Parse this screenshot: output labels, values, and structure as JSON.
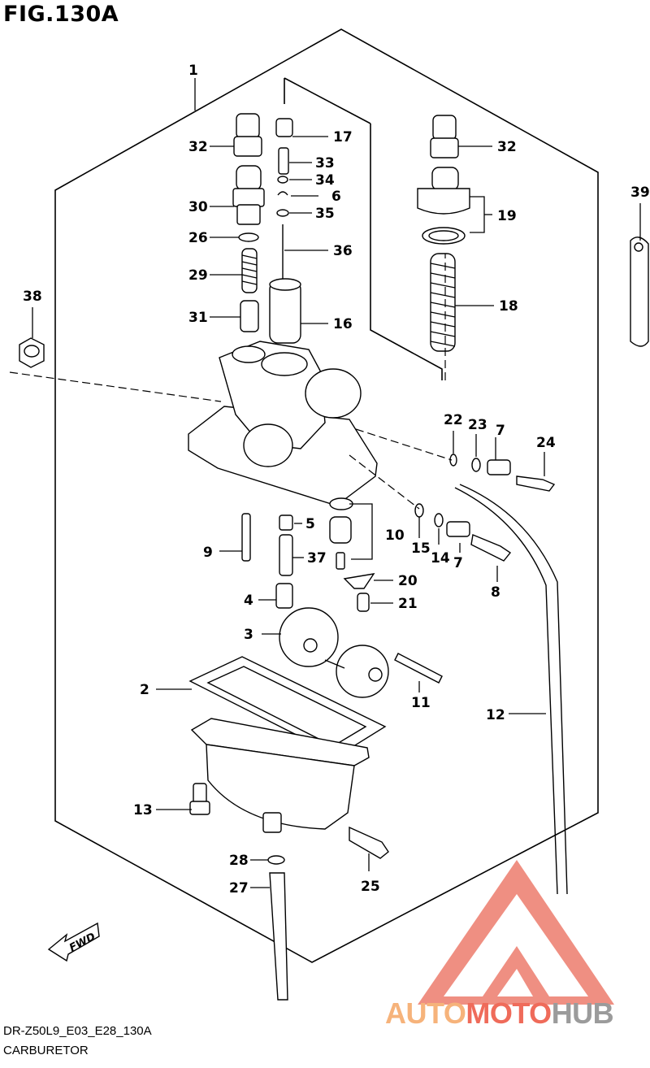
{
  "figure_title": "FIG.130A",
  "diagram_code": "DR-Z50L9_E03_E28_130A",
  "caption": "CARBURETOR",
  "watermark": {
    "part1": "AUTO",
    "part2": "MOTO",
    "part3": "HUB"
  },
  "fwd_label": "FWD",
  "callouts": [
    "1",
    "2",
    "3",
    "4",
    "5",
    "6",
    "7",
    "7",
    "8",
    "9",
    "10",
    "11",
    "12",
    "13",
    "14",
    "15",
    "16",
    "17",
    "18",
    "19",
    "20",
    "21",
    "22",
    "23",
    "24",
    "25",
    "26",
    "27",
    "28",
    "29",
    "30",
    "31",
    "32",
    "32",
    "33",
    "34",
    "35",
    "36",
    "37",
    "38",
    "39"
  ],
  "colors": {
    "line": "#000000",
    "watermark_red": "#ef6b5a",
    "watermark_orange": "#f6b37b",
    "watermark_gray": "#9b9b9b"
  }
}
